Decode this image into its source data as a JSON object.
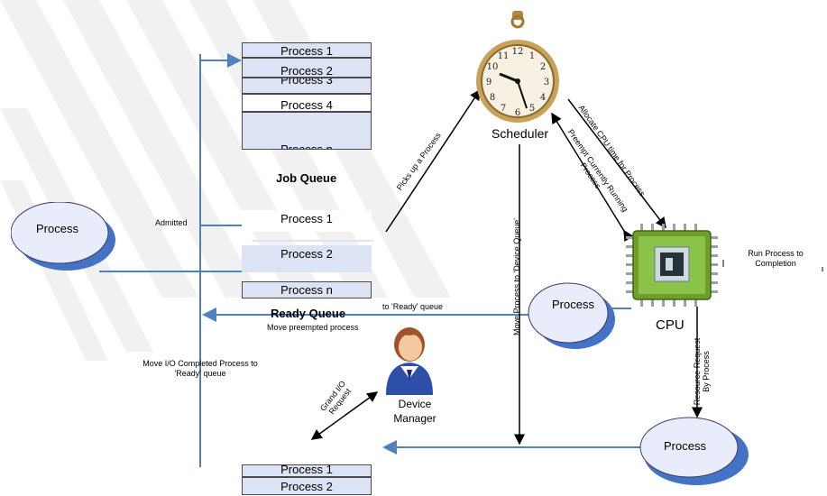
{
  "job_queue": {
    "title": "Job Queue",
    "items": [
      "Process 1",
      "Process 2",
      "Process 3",
      "Process 4",
      "Process n"
    ]
  },
  "ready_queue": {
    "title": "Ready Queue",
    "items": [
      "Process 1",
      "Process 2",
      "Process n"
    ]
  },
  "device_queue": {
    "items": [
      "Process 1",
      "Process 2"
    ]
  },
  "nodes": {
    "process_left": "Process",
    "process_mid": "Process",
    "process_bottom": "Process",
    "scheduler": "Scheduler",
    "cpu": "CPU",
    "device_manager": "Device Manager"
  },
  "labels": {
    "admitted": "Admitted",
    "picks_up": "Picks up a Process",
    "allocate": "Allocate CPU time for Process",
    "preempt": "Preempt Currently Running Process",
    "move_device": "Move Process to 'Device Queue'",
    "run_process": "Run Process to Completion",
    "to_ready": "to 'Ready' queue",
    "move_preempted": "Move preempted process",
    "move_io": "Move I/O Completed Process to 'Ready' queue",
    "grand_io": "Grand I/O Request",
    "resource_request": "Resource Request By Process"
  },
  "colors": {
    "line": "#4f81bd",
    "queue_fill": "#dbe3f5",
    "ellipse_fill": "#e8ecfb",
    "ellipse_shadow": "#4472c4"
  }
}
